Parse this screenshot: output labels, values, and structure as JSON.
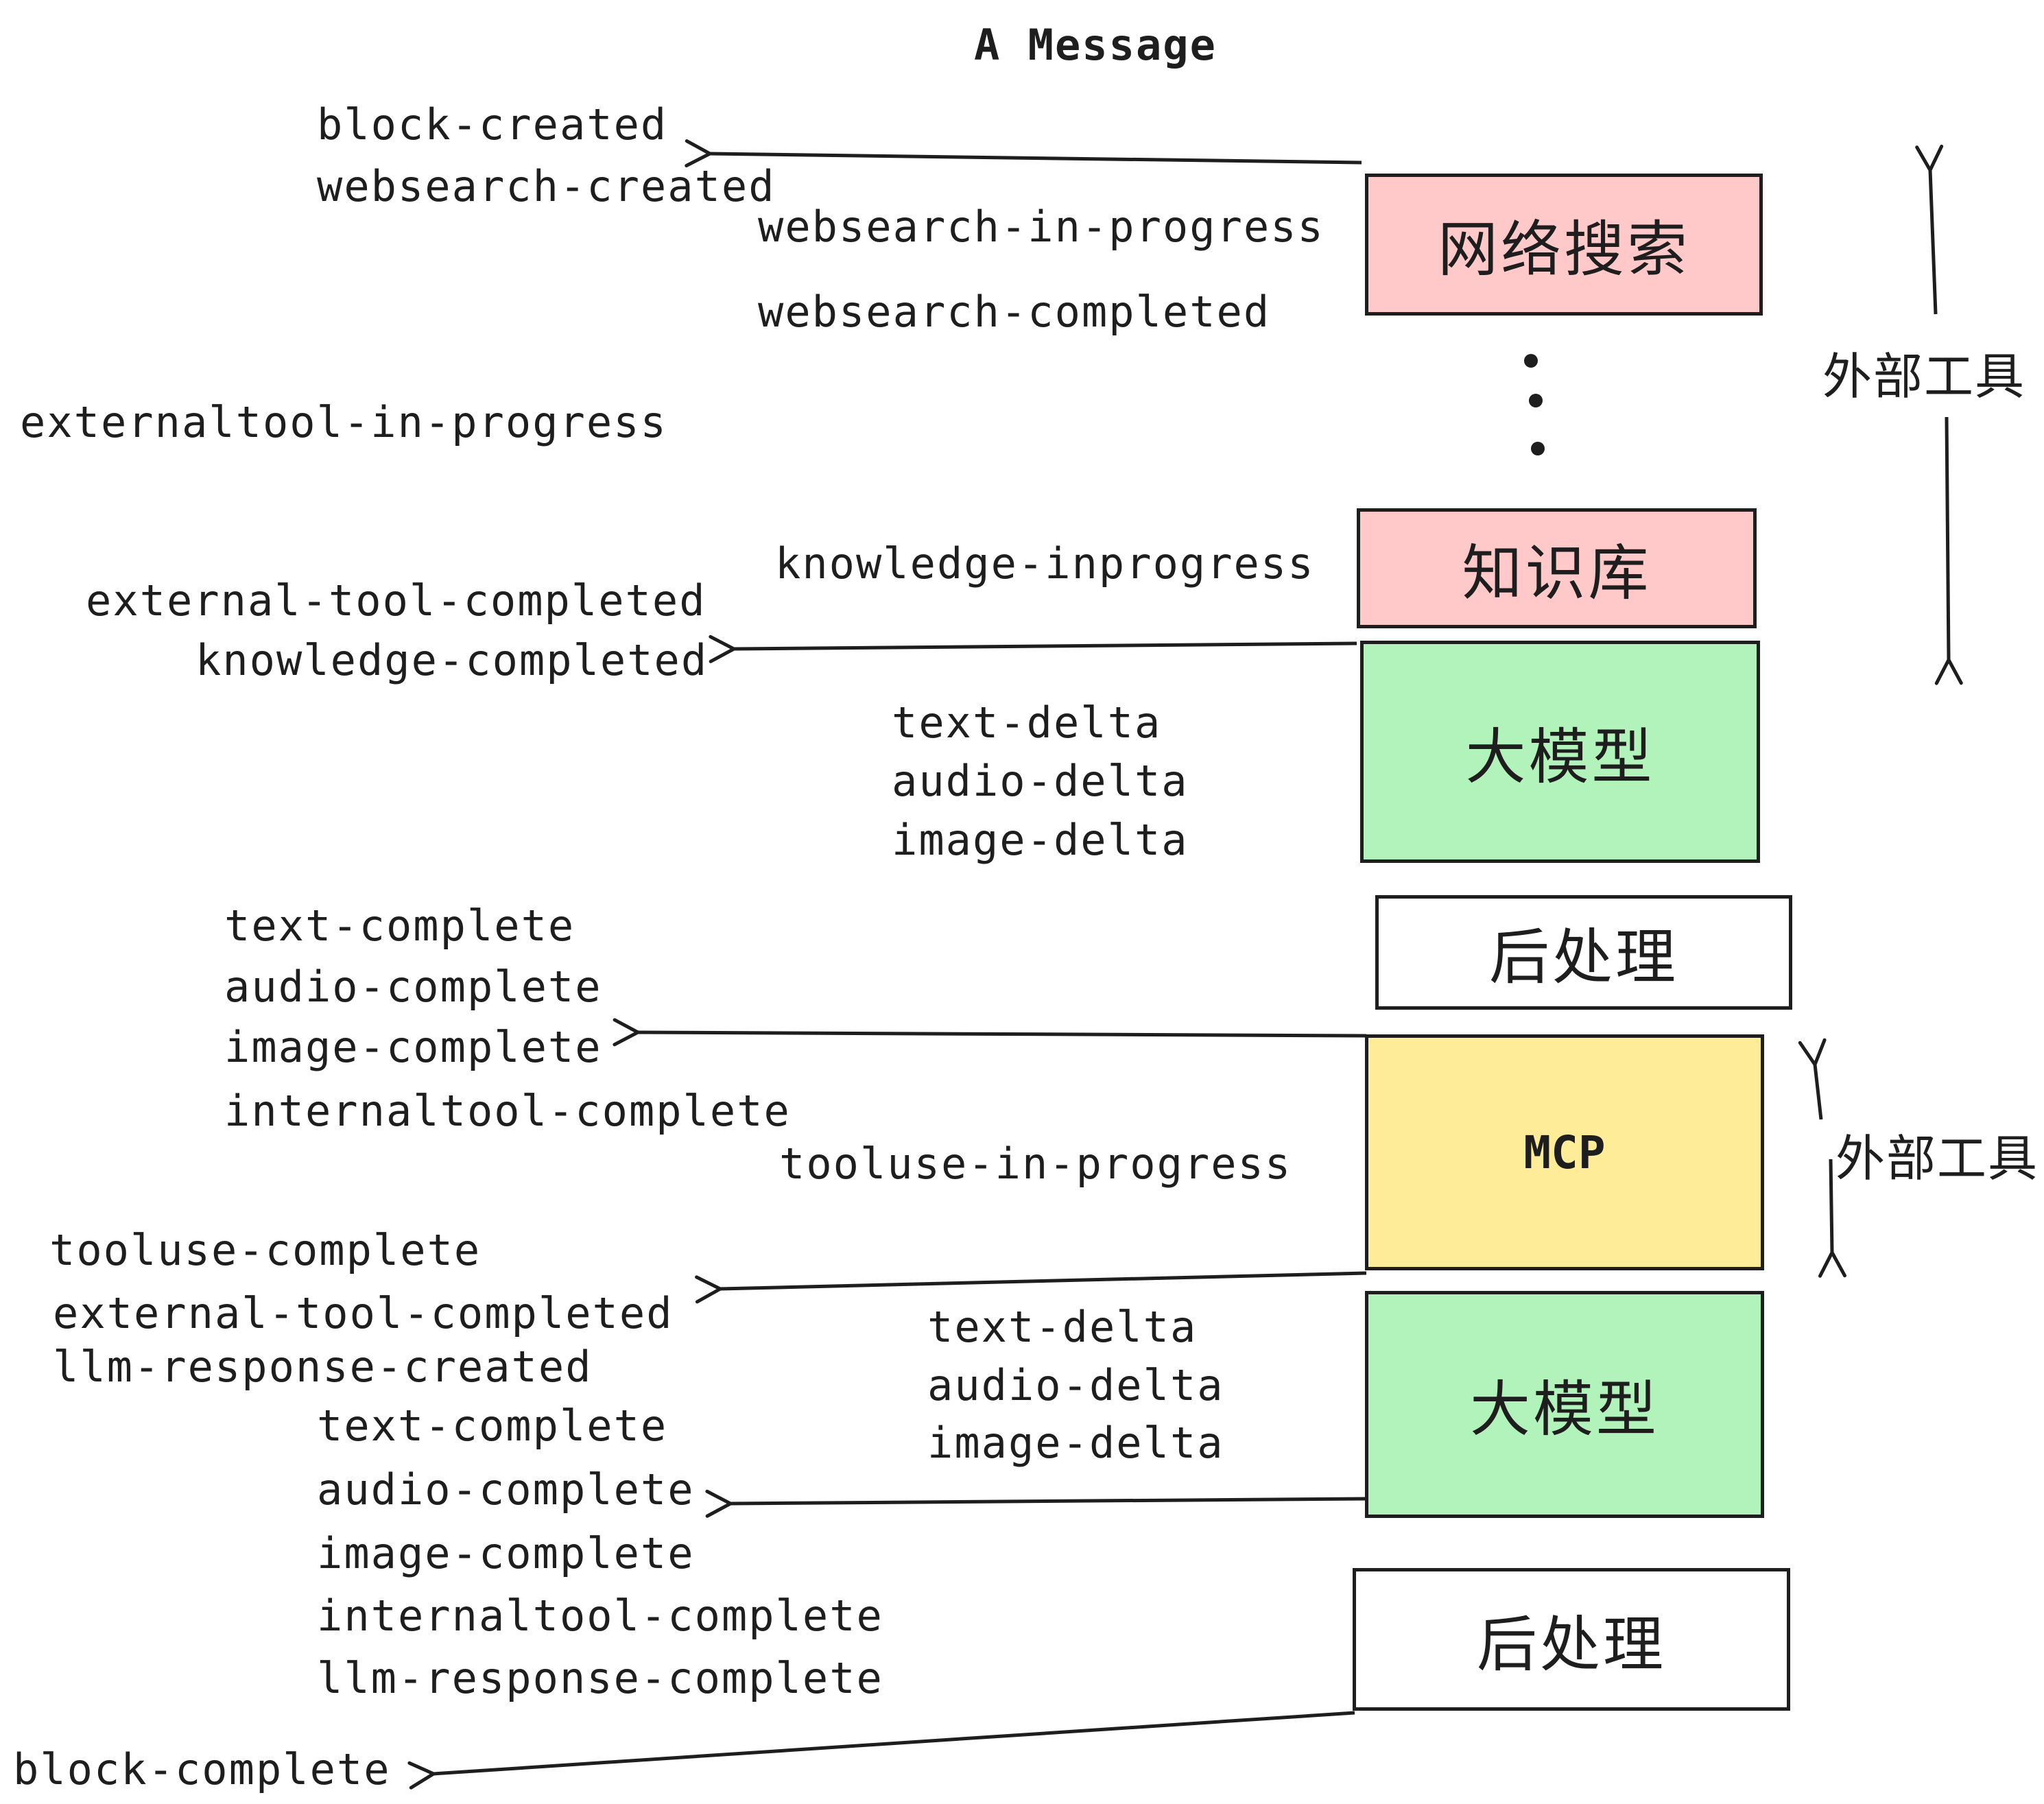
{
  "title": "A Message",
  "colors": {
    "ink": "#1e1e1e",
    "pink": "#ffc9c9",
    "green": "#b2f2bb",
    "yellow": "#ffec99",
    "white": "#ffffff"
  },
  "boxes": [
    {
      "id": "websearch",
      "label": "网络搜索",
      "color": "#ffc9c9"
    },
    {
      "id": "knowledge",
      "label": "知识库",
      "color": "#ffc9c9"
    },
    {
      "id": "llm-1",
      "label": "大模型",
      "color": "#b2f2bb"
    },
    {
      "id": "postprocess-1",
      "label": "后处理",
      "color": "#ffffff"
    },
    {
      "id": "mcp",
      "label": "MCP",
      "color": "#ffec99"
    },
    {
      "id": "llm-2",
      "label": "大模型",
      "color": "#b2f2bb"
    },
    {
      "id": "postprocess-2",
      "label": "后处理",
      "color": "#ffffff"
    }
  ],
  "side_labels": {
    "external_tools_top": "外部工具",
    "external_tools_mcp": "外部工具"
  },
  "events": [
    {
      "text": "block-created"
    },
    {
      "text": "websearch-created"
    },
    {
      "text": "websearch-in-progress"
    },
    {
      "text": "websearch-completed"
    },
    {
      "text": "externaltool-in-progress"
    },
    {
      "text": "knowledge-inprogress"
    },
    {
      "text": "external-tool-completed"
    },
    {
      "text": "knowledge-completed"
    },
    {
      "text": "text-delta"
    },
    {
      "text": "audio-delta"
    },
    {
      "text": "image-delta"
    },
    {
      "text": "text-complete"
    },
    {
      "text": "audio-complete"
    },
    {
      "text": "image-complete"
    },
    {
      "text": "internaltool-complete"
    },
    {
      "text": "tooluse-in-progress"
    },
    {
      "text": "tooluse-complete"
    },
    {
      "text": "external-tool-completed"
    },
    {
      "text": "llm-response-created"
    },
    {
      "text": "text-complete"
    },
    {
      "text": "audio-complete"
    },
    {
      "text": "image-complete"
    },
    {
      "text": "internaltool-complete"
    },
    {
      "text": "llm-response-complete"
    },
    {
      "text": "block-complete"
    },
    {
      "text": "text-delta"
    },
    {
      "text": "audio-delta"
    },
    {
      "text": "image-delta"
    }
  ]
}
